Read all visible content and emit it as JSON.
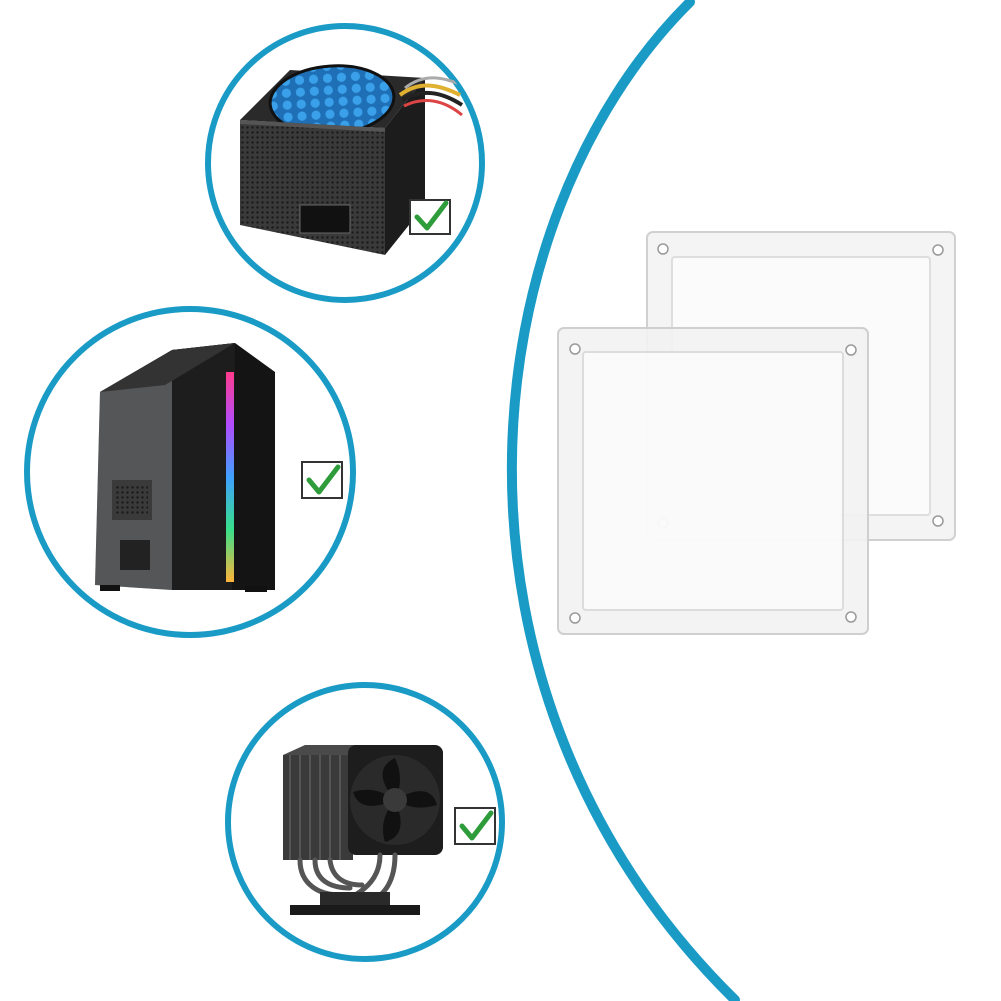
{
  "colors": {
    "background": "#ffffff",
    "accent_ring": "#1a9bc6",
    "check_green": "#2e9c3a",
    "check_box_border": "#333333",
    "filter_frame": "#f3f3f3",
    "filter_frame_edge": "#d4d4d4"
  },
  "compatible_items": [
    {
      "name": "power-supply",
      "checked": true
    },
    {
      "name": "pc-case",
      "checked": true
    },
    {
      "name": "cpu-cooler",
      "checked": true
    }
  ],
  "filters": [
    {
      "name": "filter-back"
    },
    {
      "name": "filter-front"
    }
  ]
}
